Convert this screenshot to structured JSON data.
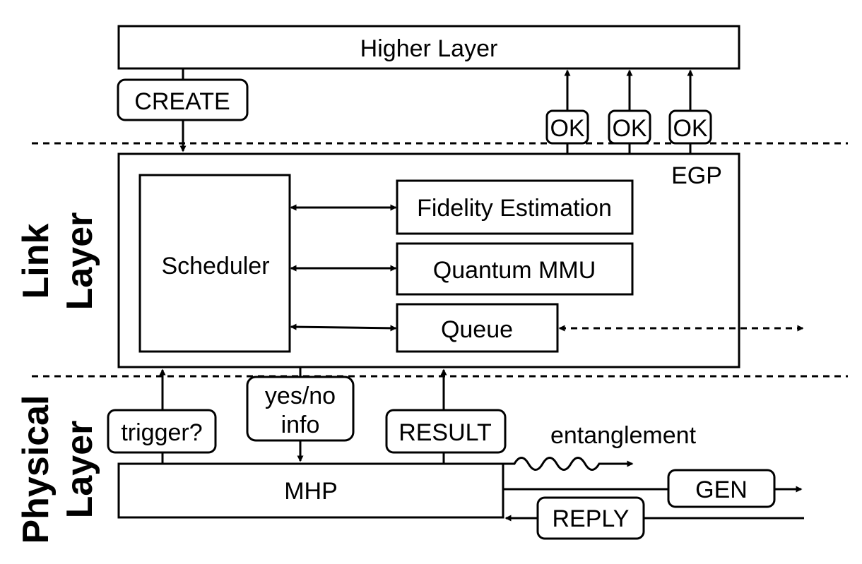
{
  "layers": {
    "link": [
      "Link",
      "Layer"
    ],
    "physical": [
      "Physical",
      "Layer"
    ]
  },
  "boxes": {
    "higher_layer": "Higher Layer",
    "egp": "EGP",
    "scheduler": "Scheduler",
    "fidelity_estimation": "Fidelity Estimation",
    "quantum_mmu": "Quantum MMU",
    "queue": "Queue",
    "mhp": "MHP"
  },
  "messages": {
    "create": "CREATE",
    "ok": [
      "OK",
      "OK",
      "OK"
    ],
    "trigger": "trigger?",
    "yes_no_info": [
      "yes/no",
      "info"
    ],
    "result": "RESULT",
    "entanglement": "entanglement",
    "gen": "GEN",
    "reply": "REPLY"
  }
}
